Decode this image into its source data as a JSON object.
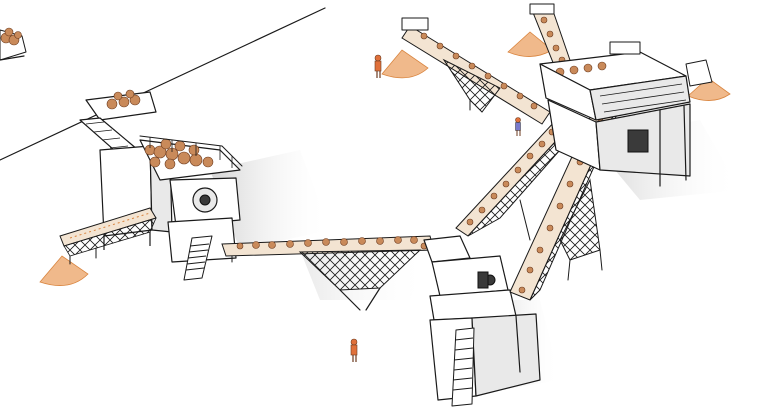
{
  "scene": {
    "kind": "crushing-plant-illustration",
    "palette": {
      "line": "#1a1a1a",
      "rock": "#c98a5a",
      "sand": "#f0b98b",
      "shadow": "#d4d4d4",
      "worker_body": "#e0703a"
    },
    "stockpile_count": 4,
    "worker_count": 3,
    "conveyor_count": 5
  }
}
